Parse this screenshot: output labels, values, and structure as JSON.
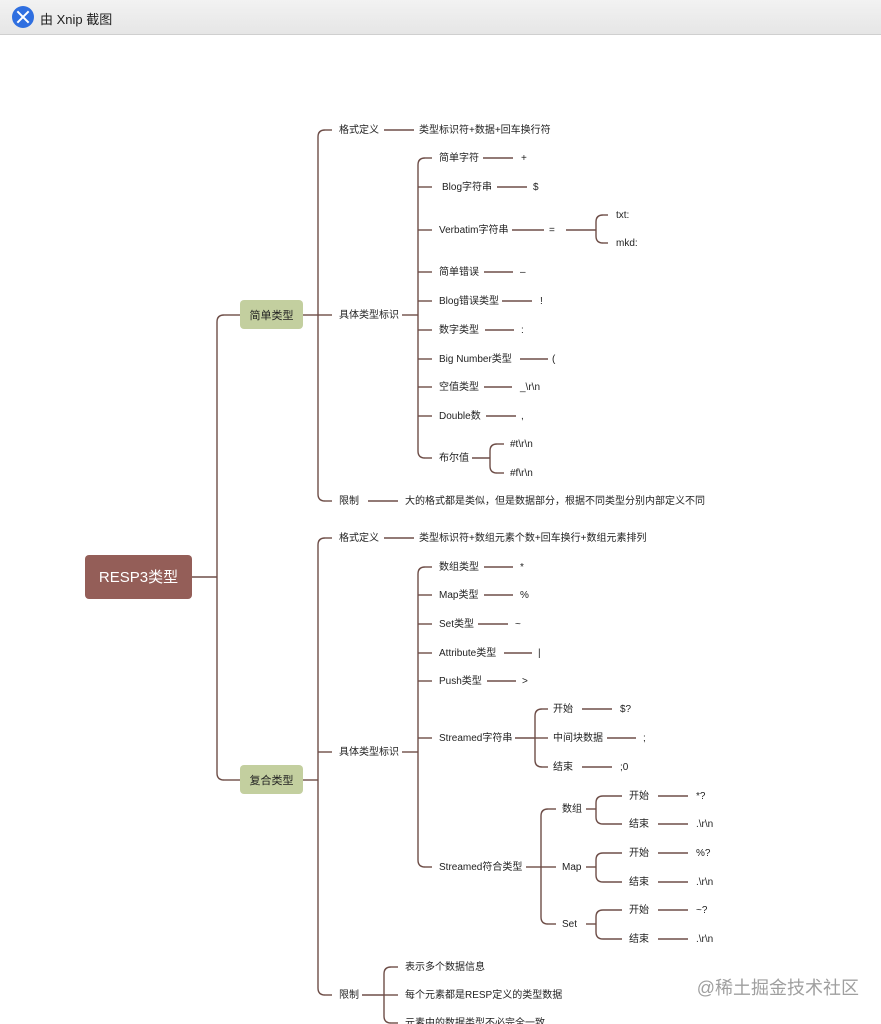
{
  "window": {
    "title": "由 Xnip 截图"
  },
  "watermark": "@稀土掘金技术社区",
  "colors": {
    "root": "#945e58",
    "category": "#c3cf9f",
    "line": "#6e4e48"
  },
  "diagram": {
    "root": "RESP3类型",
    "simple": {
      "label": "简单类型",
      "format_label": "格式定义",
      "format_value": "类型标识符+数据+回车换行符",
      "types_label": "具体类型标识",
      "types": [
        {
          "name": "简单字符",
          "symbol": "+"
        },
        {
          "name": "Blog字符串",
          "symbol": "$"
        },
        {
          "name": "Verbatim字符串",
          "symbol": "=",
          "children": [
            "txt:",
            "mkd:"
          ]
        },
        {
          "name": "简单错误",
          "symbol": "–"
        },
        {
          "name": "Blog错误类型",
          "symbol": "!"
        },
        {
          "name": "数字类型",
          "symbol": ":"
        },
        {
          "name": "Big Number类型",
          "symbol": "("
        },
        {
          "name": "空值类型",
          "symbol": "_\\r\\n"
        },
        {
          "name": "Double数",
          "symbol": ","
        },
        {
          "name": "布尔值",
          "children": [
            "#t\\r\\n",
            "#f\\r\\n"
          ]
        }
      ],
      "limit_label": "限制",
      "limit_value": "大的格式都是类似，但是数据部分，根据不同类型分别内部定义不同"
    },
    "complex": {
      "label": "复合类型",
      "format_label": "格式定义",
      "format_value": "类型标识符+数组元素个数+回车换行+数组元素排列",
      "types_label": "具体类型标识",
      "types": [
        {
          "name": "数组类型",
          "symbol": "*"
        },
        {
          "name": "Map类型",
          "symbol": "%"
        },
        {
          "name": "Set类型",
          "symbol": "~"
        },
        {
          "name": "Attribute类型",
          "symbol": "|"
        },
        {
          "name": "Push类型",
          "symbol": ">"
        }
      ],
      "streamed_string": {
        "name": "Streamed字符串",
        "parts": [
          {
            "name": "开始",
            "symbol": "$?"
          },
          {
            "name": "中间块数据",
            "symbol": ";"
          },
          {
            "name": "结束",
            "symbol": ";0"
          }
        ]
      },
      "streamed_composite": {
        "name": "Streamed符合类型",
        "groups": [
          {
            "name": "数组",
            "start_label": "开始",
            "start": "*?",
            "end_label": "结束",
            "end": ".\\r\\n"
          },
          {
            "name": "Map",
            "start_label": "开始",
            "start": "%?",
            "end_label": "结束",
            "end": ".\\r\\n"
          },
          {
            "name": "Set",
            "start_label": "开始",
            "start": "~?",
            "end_label": "结束",
            "end": ".\\r\\n"
          }
        ]
      },
      "limit_label": "限制",
      "limits": [
        "表示多个数据信息",
        "每个元素都是RESP定义的类型数据",
        "元素中的数据类型不必完全一致"
      ]
    }
  }
}
